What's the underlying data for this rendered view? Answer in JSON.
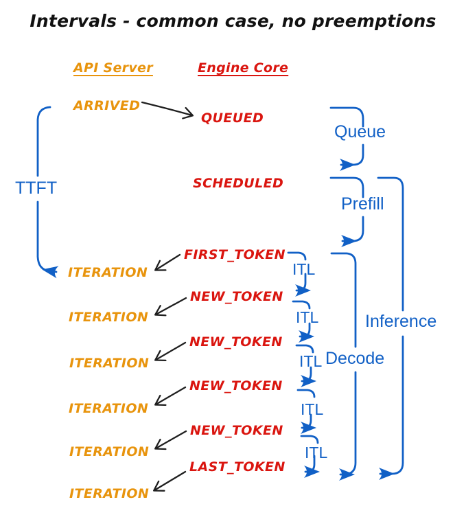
{
  "title": "Intervals - common case, no preemptions",
  "columns": {
    "api_server_header": "API Server",
    "engine_core_header": "Engine Core"
  },
  "api_events": [
    "ARRIVED",
    "ITERATION",
    "ITERATION",
    "ITERATION",
    "ITERATION",
    "ITERATION",
    "ITERATION"
  ],
  "engine_events": [
    "QUEUED",
    "SCHEDULED",
    "FIRST_TOKEN",
    "NEW_TOKEN",
    "NEW_TOKEN",
    "NEW_TOKEN",
    "NEW_TOKEN",
    "LAST_TOKEN"
  ],
  "interval_labels": {
    "ttft": "TTFT",
    "queue": "Queue",
    "prefill": "Prefill",
    "decode": "Decode",
    "inference": "Inference"
  },
  "itl_labels": [
    "ITL",
    "ITL",
    "ITL",
    "ITL",
    "ITL"
  ],
  "colors": {
    "api_orange": "#E8940D",
    "engine_red": "#DA150F",
    "interval_blue": "#1160C6",
    "arrow_black": "#1f1f1f"
  }
}
